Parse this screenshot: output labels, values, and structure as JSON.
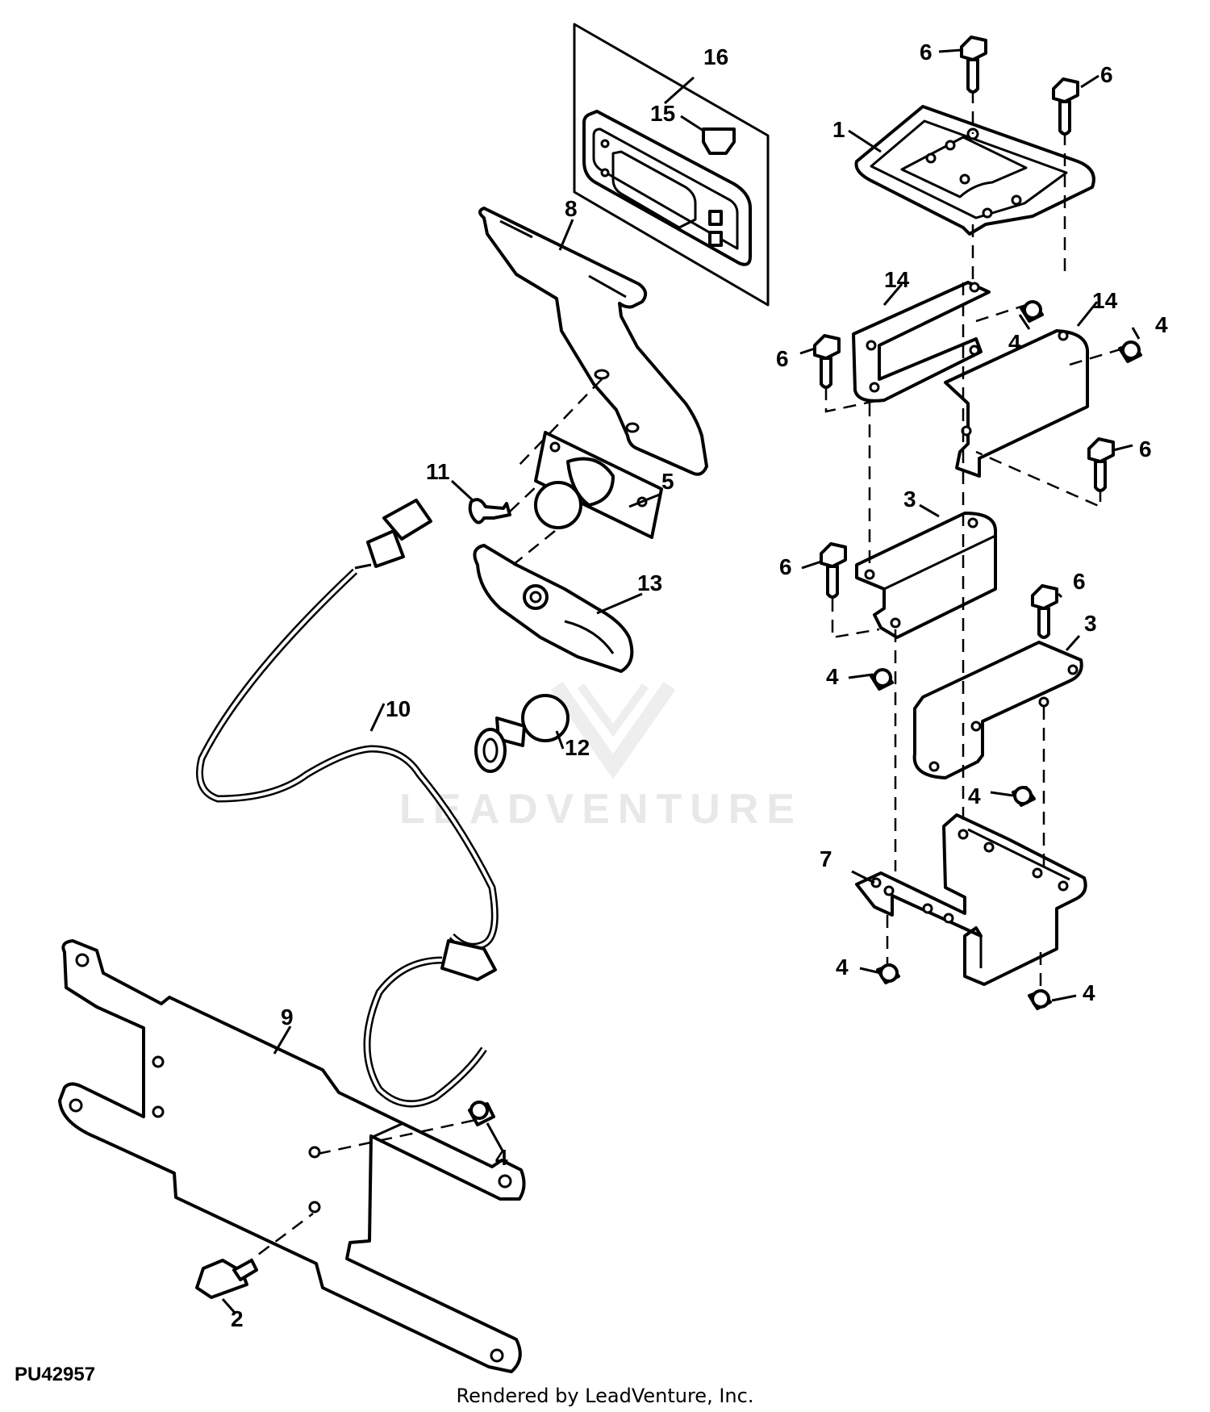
{
  "watermark": "LEADVENTURE",
  "figure_id": "PU42957",
  "credit": "Rendered by LeadVenture, Inc.",
  "callouts": {
    "c1": "1",
    "c2": "2",
    "c3a": "3",
    "c3b": "3",
    "c4a": "4",
    "c4b": "4",
    "c4c": "4",
    "c4d": "4",
    "c4e": "4",
    "c4f": "4",
    "c4g": "4",
    "c5": "5",
    "c6a": "6",
    "c6b": "6",
    "c6c": "6",
    "c6d": "6",
    "c6e": "6",
    "c6f": "6",
    "c7": "7",
    "c8": "8",
    "c9": "9",
    "c10": "10",
    "c11": "11",
    "c12": "12",
    "c13": "13",
    "c14a": "14",
    "c14b": "14",
    "c15": "15",
    "c16": "16"
  }
}
